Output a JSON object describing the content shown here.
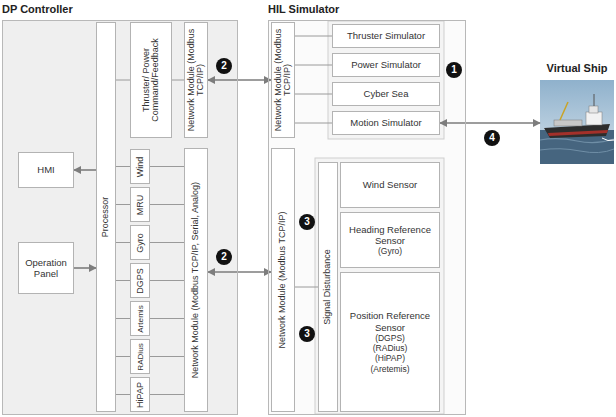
{
  "diagram": {
    "nodes": [
      {
        "text": [
          "DP Controller"
        ]
      },
      {
        "text": [
          "HMI"
        ],
        "in": 0
      },
      {
        "text": [
          "Operation Panel"
        ],
        "in": 0
      },
      {
        "text": [
          "Processor"
        ],
        "in": 0
      },
      {
        "text": [
          "Thruster/ Power Command/Feedback"
        ],
        "in": 0
      },
      {
        "text": [
          "Network Module (Modbus TCP/IP)"
        ],
        "in": 0
      },
      {
        "text": [
          "Wind"
        ],
        "in": 0
      },
      {
        "text": [
          "MRU"
        ],
        "in": 0
      },
      {
        "text": [
          "Gyro"
        ],
        "in": 0
      },
      {
        "text": [
          "DGPS"
        ],
        "in": 0
      },
      {
        "text": [
          "Artemis"
        ],
        "in": 0
      },
      {
        "text": [
          "RADius"
        ],
        "in": 0
      },
      {
        "text": [
          "HiPAP"
        ],
        "in": 0
      },
      {
        "text": [
          "Network Module (Modbus TCP/IP, Serial, Analog)"
        ],
        "in": 0
      },
      {
        "text": [
          "HIL Simulator"
        ]
      },
      {
        "text": [
          "Network Module (Modbus TCP/IP)"
        ],
        "in": 14
      },
      {
        "text": [
          "Thruster Simulator"
        ],
        "in": 14
      },
      {
        "text": [
          "Power Simulator"
        ],
        "in": 14
      },
      {
        "text": [
          "Cyber Sea"
        ],
        "in": 14
      },
      {
        "text": [
          "Motion Simulator"
        ],
        "in": 14
      },
      {
        "text": [
          "Network Module (Modbus TCP/IP)"
        ],
        "in": 14
      },
      {
        "text": [
          "Signal Disturbance"
        ],
        "in": 14
      },
      {
        "text": [
          "Wind Sensor"
        ],
        "in": 14
      },
      {
        "text": [
          "Heading Reference Sensor",
          "(Gyro)"
        ],
        "in": 14
      },
      {
        "text": [
          "Position Reference Sensor",
          "(DGPS)",
          "(RADius)",
          "(HiPAP)",
          "(Aretemis)"
        ],
        "in": 14
      },
      {
        "text": [
          "Virtual Ship"
        ]
      }
    ],
    "edges": [
      {
        "from": 3,
        "to": 1,
        "arrow": "to"
      },
      {
        "from": 2,
        "to": 3,
        "arrow": "to"
      },
      {
        "from": 3,
        "to": 4,
        "arrow": "none"
      },
      {
        "from": 4,
        "to": 5,
        "arrow": "none"
      },
      {
        "from": 3,
        "to": 6,
        "arrow": "none"
      },
      {
        "from": 3,
        "to": 7,
        "arrow": "none"
      },
      {
        "from": 3,
        "to": 8,
        "arrow": "none"
      },
      {
        "from": 3,
        "to": 9,
        "arrow": "none"
      },
      {
        "from": 3,
        "to": 10,
        "arrow": "none"
      },
      {
        "from": 3,
        "to": 11,
        "arrow": "none"
      },
      {
        "from": 3,
        "to": 12,
        "arrow": "none"
      },
      {
        "from": 6,
        "to": 13,
        "arrow": "none"
      },
      {
        "from": 7,
        "to": 13,
        "arrow": "none"
      },
      {
        "from": 8,
        "to": 13,
        "arrow": "none"
      },
      {
        "from": 9,
        "to": 13,
        "arrow": "none"
      },
      {
        "from": 10,
        "to": 13,
        "arrow": "none"
      },
      {
        "from": 11,
        "to": 13,
        "arrow": "none"
      },
      {
        "from": 12,
        "to": 13,
        "arrow": "none"
      },
      {
        "from": 5,
        "to": 15,
        "arrow": "both"
      },
      {
        "from": 13,
        "to": 20,
        "arrow": "both"
      },
      {
        "from": 15,
        "to": 16,
        "arrow": "none"
      },
      {
        "from": 15,
        "to": 17,
        "arrow": "none"
      },
      {
        "from": 15,
        "to": 18,
        "arrow": "none"
      },
      {
        "from": 15,
        "to": 19,
        "arrow": "none"
      },
      {
        "from": 20,
        "to": 21,
        "arrow": "none"
      },
      {
        "from": 19,
        "to": 25,
        "arrow": "both"
      }
    ],
    "labels": [
      "1",
      "2",
      "2",
      "3",
      "3",
      "4"
    ]
  }
}
